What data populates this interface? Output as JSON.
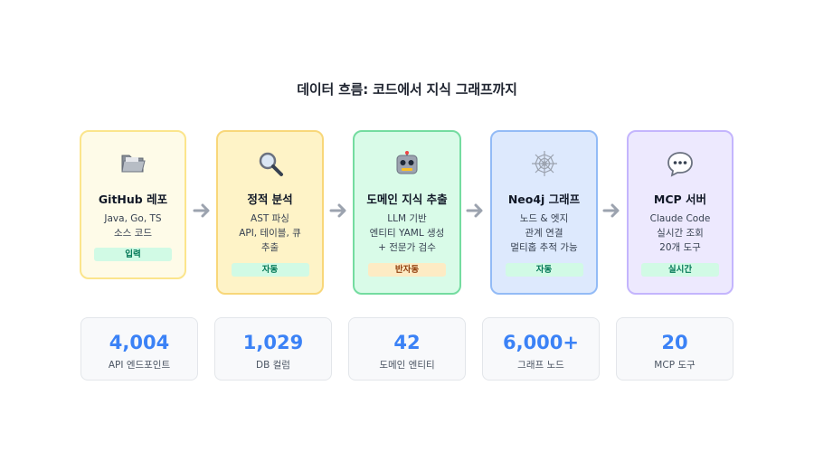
{
  "title": "데이터 흐름: 코드에서 지식 그래프까지",
  "stages": [
    {
      "icon": "folder-icon",
      "name": "GitHub 레포",
      "desc": [
        "Java, Go, TS",
        "소스 코드"
      ],
      "badge": "입력",
      "badge_color": "#d1fae5",
      "badge_text_color": "#047857",
      "bg": "#fefbe8",
      "border": "#fbe58c"
    },
    {
      "icon": "magnifier-icon",
      "name": "정적 분석",
      "desc": [
        "AST 파싱",
        "API, 테이블, 큐",
        "추출"
      ],
      "badge": "자동",
      "badge_color": "#d1fae5",
      "badge_text_color": "#047857",
      "bg": "#fef3c7",
      "border": "#f8d77a"
    },
    {
      "icon": "robot-icon",
      "name": "도메인 지식 추출",
      "desc": [
        "LLM 기반",
        "엔티티 YAML 생성",
        "+ 전문가 검수"
      ],
      "badge": "반자동",
      "badge_color": "#fdebc4",
      "badge_text_color": "#92400e",
      "bg": "#d9fbe8",
      "border": "#74dca0"
    },
    {
      "icon": "spider-web-icon",
      "name": "Neo4j 그래프",
      "desc": [
        "노드 & 엣지",
        "관계 연결",
        "멀티홉 추적 가능"
      ],
      "badge": "자동",
      "badge_color": "#d1fae5",
      "badge_text_color": "#047857",
      "bg": "#dde9fd",
      "border": "#93bbf6"
    },
    {
      "icon": "speech-bubble-icon",
      "name": "MCP 서버",
      "desc": [
        "Claude Code",
        "실시간 조회",
        "20개 도구"
      ],
      "badge": "실시간",
      "badge_color": "#d1fae5",
      "badge_text_color": "#047857",
      "bg": "#ede9fe",
      "border": "#c4b5fd"
    }
  ],
  "stats": [
    {
      "value": "4,004",
      "label": "API 엔드포인트"
    },
    {
      "value": "1,029",
      "label": "DB 컬럼"
    },
    {
      "value": "42",
      "label": "도메인 엔티티"
    },
    {
      "value": "6,000+",
      "label": "그래프 노드"
    },
    {
      "value": "20",
      "label": "MCP 도구"
    }
  ],
  "colors": {
    "accent": "#3b82f6",
    "arrow": "#9ca3af"
  }
}
